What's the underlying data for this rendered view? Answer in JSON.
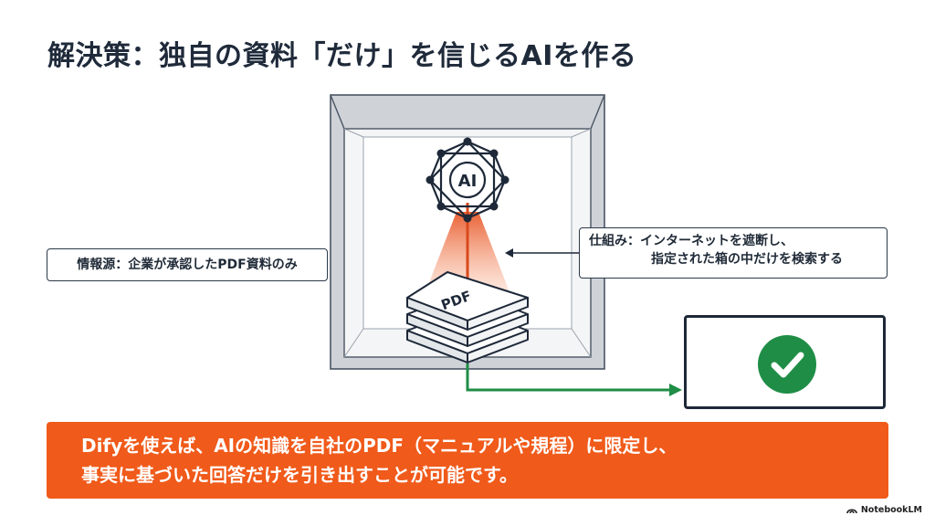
{
  "slide": {
    "title": "解決策：独自の資料「だけ」を信じるAIを作る",
    "ai_label": "AI",
    "pdf_label": "PDF",
    "left_label": "情報源：企業が承認したPDF資料のみ",
    "right_label_line1": "仕組み：インターネットを遮断し、",
    "right_label_line2": "指定された箱の中だけを検索する",
    "banner_line1": "Difyを使えば、AIの知識を自社のPDF（マニュアルや規程）に限定し、",
    "banner_line2": "事実に基づいた回答だけを引き出すことが可能です。",
    "brand": "NotebookLM"
  },
  "colors": {
    "banner": "#f05a1a",
    "check": "#1f8d46",
    "arrow_green": "#1f8d46",
    "beam": "#e8582a",
    "box_gray": "#d7dade"
  },
  "icons": [
    "ai-network-icon",
    "pdf-stack-icon",
    "checkmark-icon",
    "notebooklm-logo-icon"
  ]
}
